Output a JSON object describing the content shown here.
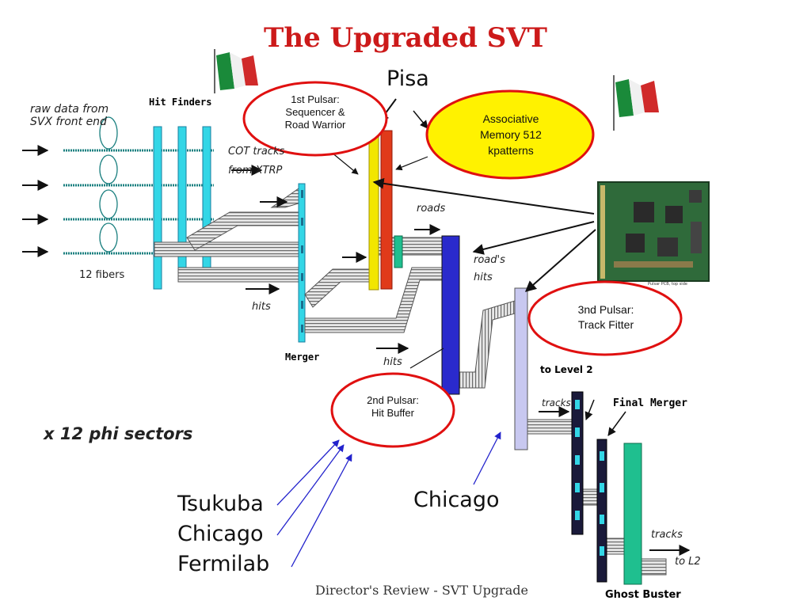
{
  "title": "The Upgraded SVT",
  "labels": {
    "raw_data": [
      "raw data from",
      "SVX front end"
    ],
    "hit_finders": "Hit Finders",
    "cot_tracks": [
      "COT tracks",
      "from XTRP"
    ],
    "fibers": "12 fibers",
    "hits_1": "hits",
    "hits_2": "hits",
    "roads": "roads",
    "roads_hits": [
      "road's",
      "hits"
    ],
    "merger": "Merger",
    "to_level2": "to Level 2",
    "tracks_1": "tracks",
    "final_merger": "Final Merger",
    "tracks_2": "tracks",
    "to_l2": "to L2",
    "ghost_buster": "Ghost Buster",
    "phi_sectors": "x 12 phi sectors",
    "board_caption": "Pulsar PCB, top side"
  },
  "ellipses": {
    "pulsar1": [
      "1st Pulsar:",
      "Sequencer &",
      "Road Warrior"
    ],
    "am": [
      "Associative",
      "Memory 512",
      "kpatterns"
    ],
    "pulsar3": [
      "3nd Pulsar:",
      "Track Fitter"
    ],
    "pulsar2": [
      "2nd Pulsar:",
      "Hit Buffer"
    ]
  },
  "institutions": {
    "pisa": "Pisa",
    "chicago_right": "Chicago",
    "left": [
      "Tsukuba",
      "Chicago",
      "Fermilab"
    ]
  },
  "footer": "Director's Review - SVT Upgrade",
  "colors": {
    "title": "#cc1a1a",
    "fiber": "#1a7f7f",
    "cyan_bar": "#33d6e6",
    "yellow": "#f2e600",
    "red_bar": "#e03a1a",
    "blue_bar": "#2a2acc",
    "lavender": "#c8c8f0",
    "green": "#1fbf8f",
    "ellipse_border": "#e01010",
    "ellipse_yellow_fill": "#fff200",
    "arrow_blue": "#2222cc",
    "flag_green": "#1a8a3a",
    "flag_red": "#d02a2a"
  }
}
